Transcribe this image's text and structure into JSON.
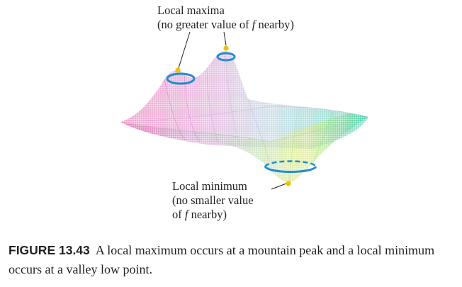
{
  "figure": {
    "maxima_label": {
      "line1": "Local maxima",
      "line2_prefix": "(no greater value of ",
      "line2_var": "f",
      "line2_suffix": " nearby)"
    },
    "minimum_label": {
      "line1": "Local minimum",
      "line2": "(no smaller value",
      "line3_prefix": "of ",
      "line3_var": "f",
      "line3_suffix": " nearby)"
    },
    "colors": {
      "ring": "#1f8ed0",
      "point": "#f2c100",
      "surface_left": "#e05aa8",
      "surface_mid": "#d8a8d8",
      "surface_right": "#2cc3a0",
      "surface_valley": "#d8e86a",
      "leader": "#231f20"
    }
  },
  "caption": {
    "label": "FIGURE 13.43",
    "text": "A local maximum occurs at a mountain peak and a local minimum occurs at a valley low point."
  }
}
